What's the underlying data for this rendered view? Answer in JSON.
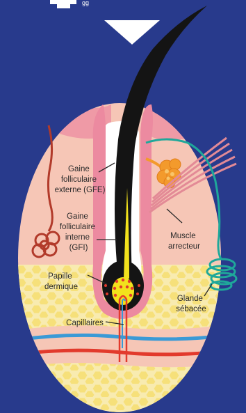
{
  "header": {
    "caption": "gg"
  },
  "labels": {
    "gfe": [
      "Gaine",
      "folliculaire",
      "externe (GFE)"
    ],
    "gfi": [
      "Gaine",
      "folliculaire",
      "interne",
      "(GFI)"
    ],
    "papille": [
      "Papille",
      "dermique"
    ],
    "capillaires": [
      "Capillaires"
    ],
    "muscle": [
      "Muscle",
      "arrecteur"
    ],
    "glande": [
      "Glande",
      "sébacée"
    ]
  },
  "colors": {
    "background": "#283a8c",
    "skin": "#f6c6b6",
    "epidermis": "#ef9aa6",
    "hair": "#141414",
    "fat": "#f6e58a",
    "artery": "#e23a2c",
    "vein": "#3a9ad6",
    "gland": "#f39a2c",
    "muscle": "#e38a96",
    "duct": "#1fa89a",
    "inner_sheath": "#f2e21c"
  }
}
